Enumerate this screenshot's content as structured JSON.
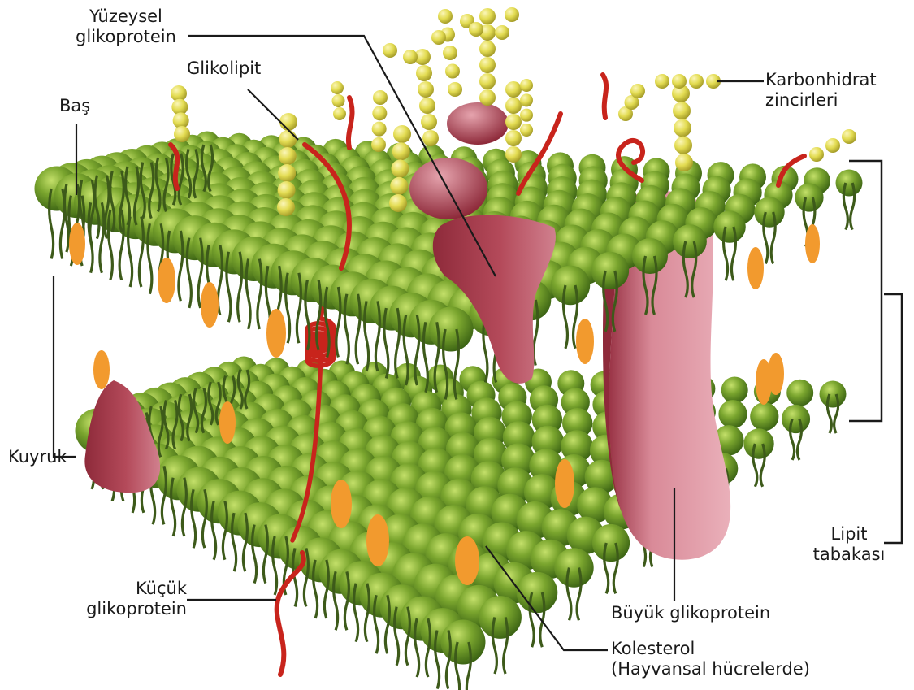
{
  "diagram": {
    "labels": {
      "surface_glycoprotein": [
        "Yüzeysel",
        "glikoprotein"
      ],
      "glycolipid": "Glikolipit",
      "head": "Baş",
      "carbohydrate_chains": [
        "Karbonhidrat",
        "zincirleri"
      ],
      "tail": "Kuyruk",
      "lipid_layer": [
        "Lipit",
        "tabakası"
      ],
      "small_glycoprotein": [
        "Küçük",
        "glikoprotein"
      ],
      "large_glycoprotein": "Büyük glikoprotein",
      "cholesterol": [
        "Kolesterol",
        "(Hayvansal hücrelerde)"
      ]
    },
    "colors": {
      "phospholipid_head": "#5c8a1e",
      "phospholipid_head_light": "#b8d85a",
      "tail": "#3d5a1a",
      "cholesterol": "#f29a2e",
      "protein": "#a83a4a",
      "protein_light": "#d98a98",
      "glycolipid_chain": "#d42a1e",
      "carbohydrate": "#e0d84a",
      "leader_line": "#1a1a1a"
    }
  }
}
